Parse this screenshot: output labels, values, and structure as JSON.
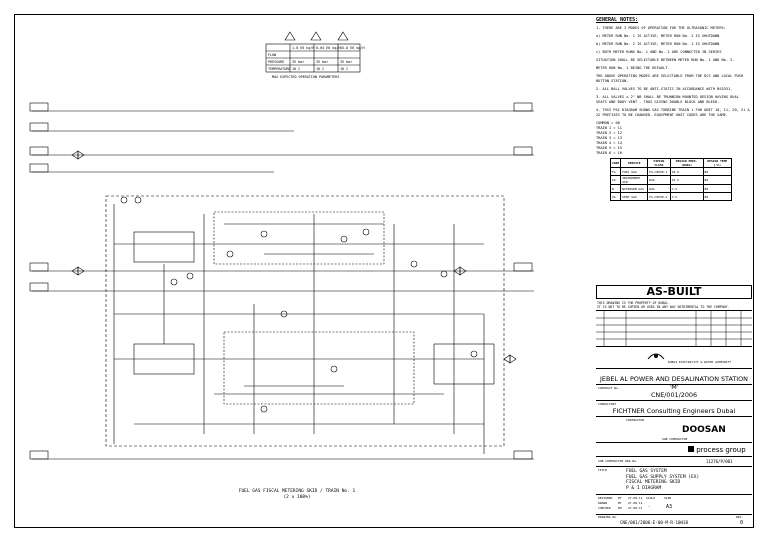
{
  "header_table": {
    "columns": [
      "1.0 E6 kg/H",
      "0.04 E6 kg/H",
      "15.0 E6 kg/H"
    ],
    "rows": [
      {
        "label": "FLOW",
        "values": [
          "",
          "",
          ""
        ]
      },
      {
        "label": "PRESSURE",
        "values": [
          "35 bar",
          "35 bar",
          "35 bar"
        ]
      },
      {
        "label": "TEMPERATURE",
        "values": [
          "10 C",
          "10 C",
          "10 C"
        ]
      }
    ],
    "caption": "MAX EXPECTED OPERATION PARAMETERS"
  },
  "general_notes": {
    "title": "GENERAL NOTES:",
    "items": [
      "1. THERE ARE 3 MODES OF OPERATION FOR THE ULTRASONIC METERS:",
      "   a) METER RUN No. 1 IS ACTIVE, METER RUN No. 2 IS SHUTDOWN",
      "   b) METER RUN No. 2 IS ACTIVE, METER RUN No. 1 IS SHUTDOWN",
      "   c) BOTH METER RUNS No. 1 AND No. 2 ARE CONNECTED IN SERIES",
      "   SITUATION SHALL BE SELECTABLE BETWEEN METER RUN No. 1 AND No. 2.",
      "   METER RUN No. 1 BEING THE DEFAULT.",
      "   THE ABOVE OPERATING MODES ARE SELECTABLE FROM THE DCS AND LOCAL PUSH BUTTON STATION.",
      "2. ALL BALL VALVES TO BE ANTI-STATIC IN ACCORDANCE WITH BS5351.",
      "3. ALL VALVES ≥ 2\" NB SHALL BE TRUNNION MOUNTED DESIGN HAVING DUAL SEATS AND BODY VENT - THUS GIVING DOUBLE BLOCK AND BLEED.",
      "4. THIS P&I DIAGRAM SHOWS GAS TURBINE TRAIN 1 FOR UNIT 10, 11, 20, 21 & 22 PREFIXES TO BE CHANGED. EQUIPMENT UNIT CODES ARE THE SAME."
    ],
    "trains": [
      "COMMON = 00",
      "TRAIN 1 = 11",
      "TRAIN 2 = 12",
      "TRAIN 3 = 13",
      "TRAIN 4 = 14",
      "TRAIN 5 = 15",
      "TRAIN 6 = 16"
    ]
  },
  "service_table": {
    "headers": [
      "CODE",
      "SERVICE",
      "PIPING CLASS",
      "DESIGN PRES. (BARG)",
      "DESIGN TEMP (°C)"
    ],
    "rows": [
      [
        "FG",
        "FUEL GAS",
        "FG-C0030-1",
        "49.6",
        "80"
      ],
      [
        "IA",
        "INSTRUMENT AIR",
        "D2A",
        "10.5",
        "80"
      ],
      [
        "N",
        "NITROGEN GAS",
        "D2A",
        "7.5",
        "80"
      ],
      [
        "VG",
        "VENT GAS",
        "FG-C0030-1",
        "3.5",
        "80"
      ]
    ]
  },
  "stamp": "AS-BUILT",
  "property_note": [
    "THIS DRAWING IS THE PROPERTY OF DUBAL.",
    "IT IS NOT TO BE COPIED OR USED IN ANY WAY DETRIMENTAL TO THE COMPANY."
  ],
  "title_block": {
    "authority": "DUBAI ELECTRICITY & WATER AUTHORITY",
    "project": "JEBEL AL POWER AND DESALINATION STATION 'M'",
    "contract_label": "CONTRACT No.",
    "contract_no": "CNE/001/2006",
    "consultant_label": "CONSULTANT",
    "consultant": "FICHTNER Consulting Engineers Dubai",
    "contractor_label": "CONTRACTOR",
    "contractor": "DOOSAN",
    "sub_contractor_label": "SUB CONTRACTOR",
    "sub_contractor": "process group",
    "sub_contract_no_label": "SUB CONTRACTOR DWG No.",
    "sub_contract_no": "11276/P/001",
    "title_label": "TITLE",
    "title_lines": [
      "FUEL GAS SYSTEM",
      "FUEL GAS SUPPLY SYSTEM (EX)",
      "FISCAL METERING SKID",
      "P & I DIAGRAM"
    ],
    "scale_label": "SCALE",
    "scale": "—",
    "size_label": "SIZE",
    "size": "A3",
    "drawing_no_label": "DRAWING No.",
    "drawing_no": "CNE/001/2006-E-00-M-R-10H18",
    "revision_label": "REV.",
    "revision": "0",
    "status_rows": [
      {
        "label": "DESIGNED",
        "by": "MY",
        "date": "27.08.11"
      },
      {
        "label": "DRAWN",
        "by": "MY",
        "date": "27.08.11"
      },
      {
        "label": "CHECKED",
        "by": "PM",
        "date": "27.08.11"
      }
    ]
  },
  "caption": {
    "line1": "FUEL GAS FISCAL METERING SKID / TRAIN No. 1",
    "line2": "(2 x 100%)"
  }
}
